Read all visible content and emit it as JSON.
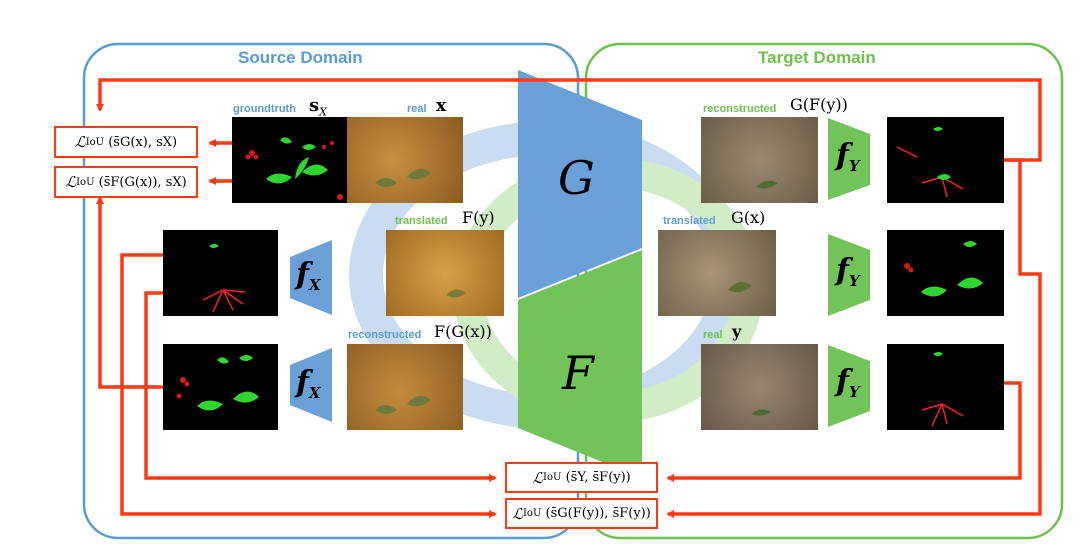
{
  "domains": {
    "source": {
      "title": "Source Domain",
      "color": "#5b9bd5"
    },
    "target": {
      "title": "Target Domain",
      "color": "#70c050"
    }
  },
  "colors": {
    "arrow": "#ff3a12",
    "blue_generator": "#6a9fd8",
    "green_generator": "#72c35a",
    "blue_ring": "#c9dcf2",
    "green_ring": "#d3ecc8",
    "blue_caption": "#5b9bd5",
    "green_caption": "#70c050"
  },
  "generators": {
    "G": "G",
    "F": "F"
  },
  "segmenters": {
    "fx_top": {
      "base": "f",
      "sub": "X"
    },
    "fx_bottom": {
      "base": "f",
      "sub": "X"
    },
    "fy_top": {
      "base": "f",
      "sub": "Y"
    },
    "fy_mid": {
      "base": "f",
      "sub": "Y"
    },
    "fy_bottom": {
      "base": "f",
      "sub": "Y"
    }
  },
  "captions": {
    "groundtruth": {
      "label": "groundtruth",
      "symbol": "s",
      "sub": "X"
    },
    "real_x": {
      "label": "real",
      "symbol": "x"
    },
    "translated_fy": {
      "label": "translated",
      "symbol": "F(y)"
    },
    "reconstructed_fgx": {
      "label": "reconstructed",
      "symbol": "F(G(x))"
    },
    "reconstructed_gfy": {
      "label": "reconstructed",
      "symbol": "G(F(y))"
    },
    "translated_gx": {
      "label": "translated",
      "symbol": "G(x)"
    },
    "real_y": {
      "label": "real",
      "symbol": "y"
    }
  },
  "losses": {
    "l1": {
      "name": "IoU",
      "args": "(s̄G(x), sX)"
    },
    "l2": {
      "name": "IoU",
      "args": "(s̄F(G(x)), sX)"
    },
    "l3": {
      "name": "IoU",
      "args": "(s̄Y, s̄F(y))"
    },
    "l4": {
      "name": "IoU",
      "args": "(s̄G(F(y)), s̄F(y))"
    }
  }
}
